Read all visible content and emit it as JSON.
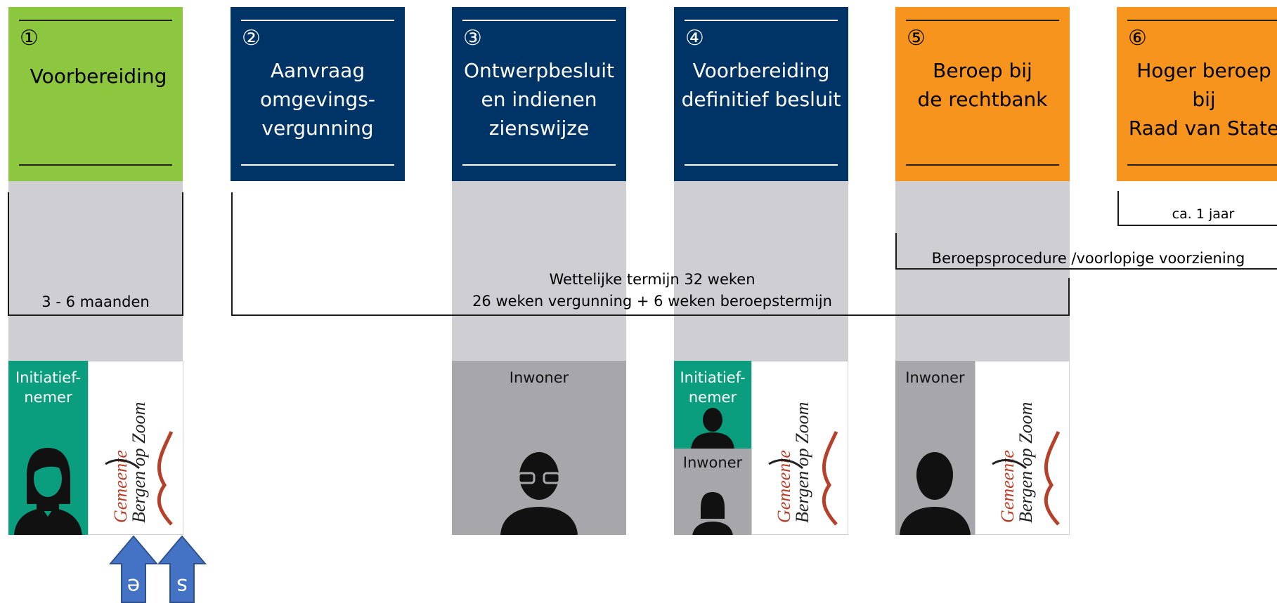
{
  "colors": {
    "green": "#8dc63f",
    "navy": "#003366",
    "orange": "#f7941d",
    "light_gray": "#cfcfd3",
    "persona_gray": "#a7a6aa",
    "teal": "#0a9e7f",
    "logo_red": "#b5412b",
    "arrow_blue": "#4472c4"
  },
  "phases": [
    {
      "num": "①",
      "title": "Voorbereiding"
    },
    {
      "num": "②",
      "title": "Aanvraag\nomgevings-\nvergunning"
    },
    {
      "num": "③",
      "title": "Ontwerpbesluit\nen indienen\nzienswijze"
    },
    {
      "num": "④",
      "title": "Voorbereiding\ndefinitief besluit"
    },
    {
      "num": "⑤",
      "title": "Beroep bij\nde rechtbank"
    },
    {
      "num": "⑥",
      "title": "Hoger beroep\nbij\nRaad van State"
    }
  ],
  "timelines": {
    "prep": "3 - 6 maanden",
    "legal_line1": "Wettelijke termijn 32 weken",
    "legal_line2": "26 weken vergunning + 6 weken beroepstermijn",
    "appeal": "Beroepsprocedure /voorlopige voorziening",
    "higher_appeal": "ca. 1 jaar"
  },
  "personas": {
    "initiator": "Initiatief-\nnemer",
    "resident": "Inwoner"
  },
  "logo": {
    "line1": "Bergen op Zoom",
    "line2": "Gemeente"
  },
  "arrows": [
    "e",
    "s"
  ]
}
